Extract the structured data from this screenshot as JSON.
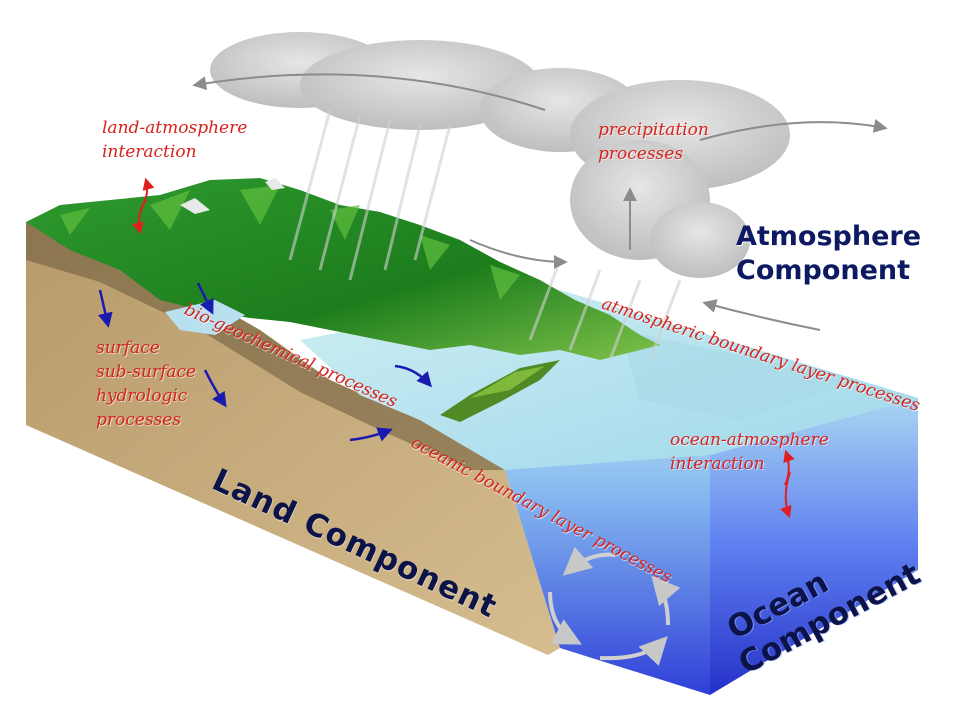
{
  "labels": {
    "land_atmosphere": [
      "land-atmosphere",
      "interaction"
    ],
    "precipitation": [
      "precipitation",
      "processes"
    ],
    "surface_hydrologic": [
      "surface",
      "sub-surface",
      "hydrologic",
      "processes"
    ],
    "bio_geochemical": "bio-geochemical processes",
    "atmospheric_boundary": "atmospheric boundary layer processes",
    "oceanic_boundary": "oceanic boundary layer processes",
    "ocean_atmosphere": [
      "ocean-atmosphere",
      "interaction"
    ]
  },
  "components": {
    "atmosphere": [
      "Atmosphere",
      "Component"
    ],
    "land": "Land Component",
    "ocean": [
      "Ocean",
      "Component"
    ]
  },
  "colors": {
    "label_red": "#d6231c",
    "title_navy": "#0d1a63",
    "land_brown": "#c8ad7e",
    "ocean_blue": "#3c4fe0",
    "forest_green": "#1f8a1f",
    "cloud_gray": "#c9c9c9",
    "flow_arrow_blue": "#1a1ab0"
  }
}
